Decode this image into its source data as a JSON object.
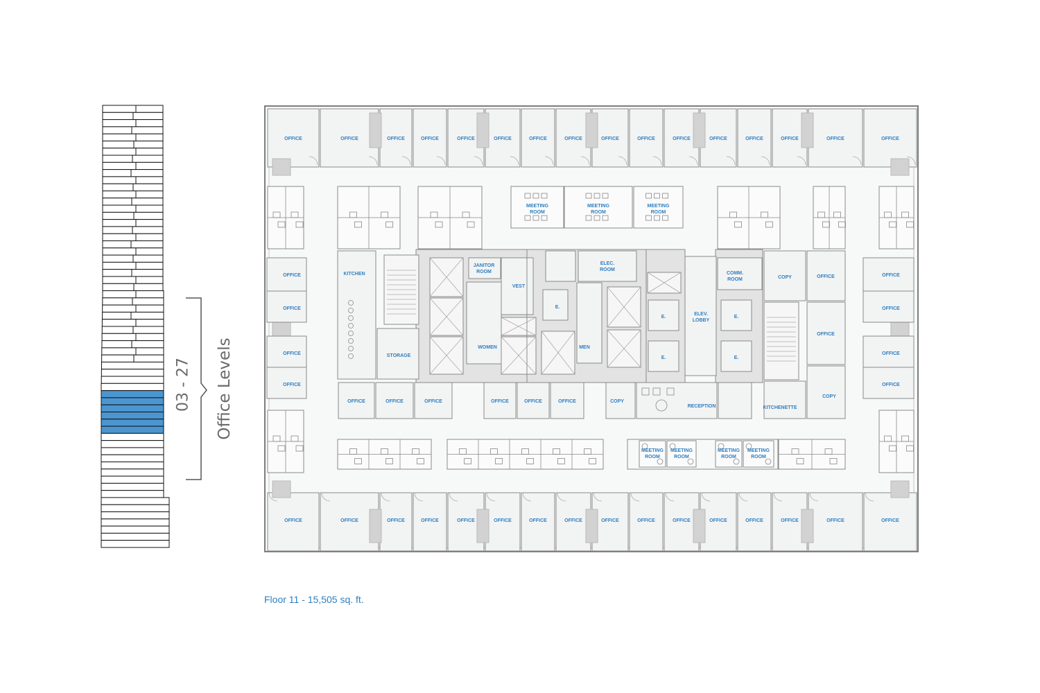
{
  "building_stack": {
    "range_label": "03 - 27",
    "range_caption": "Office Levels",
    "highlight_color": "#4b96d1",
    "highlighted_floors_count": 6
  },
  "floor_plan": {
    "caption": "Floor 11 - 15,505 sq. ft.",
    "label_color": "#2f7fc0",
    "rooms": {
      "office": "OFFICE",
      "meeting_room": [
        "MEETING",
        "ROOM"
      ],
      "kitchen": "KITCHEN",
      "janitor_room": [
        "JANITOR",
        "ROOM"
      ],
      "vest": "VEST",
      "elec_room": [
        "ELEC.",
        "ROOM"
      ],
      "comm_room": [
        "COMM.",
        "ROOM"
      ],
      "copy": "COPY",
      "elevator": "E.",
      "elev_lobby": [
        "ELEV.",
        "LOBBY"
      ],
      "women": "WOMEN",
      "men": "MEN",
      "storage": "STORAGE",
      "reception": "RECEPTION",
      "kitchenette": "KITCHENETTE"
    }
  }
}
